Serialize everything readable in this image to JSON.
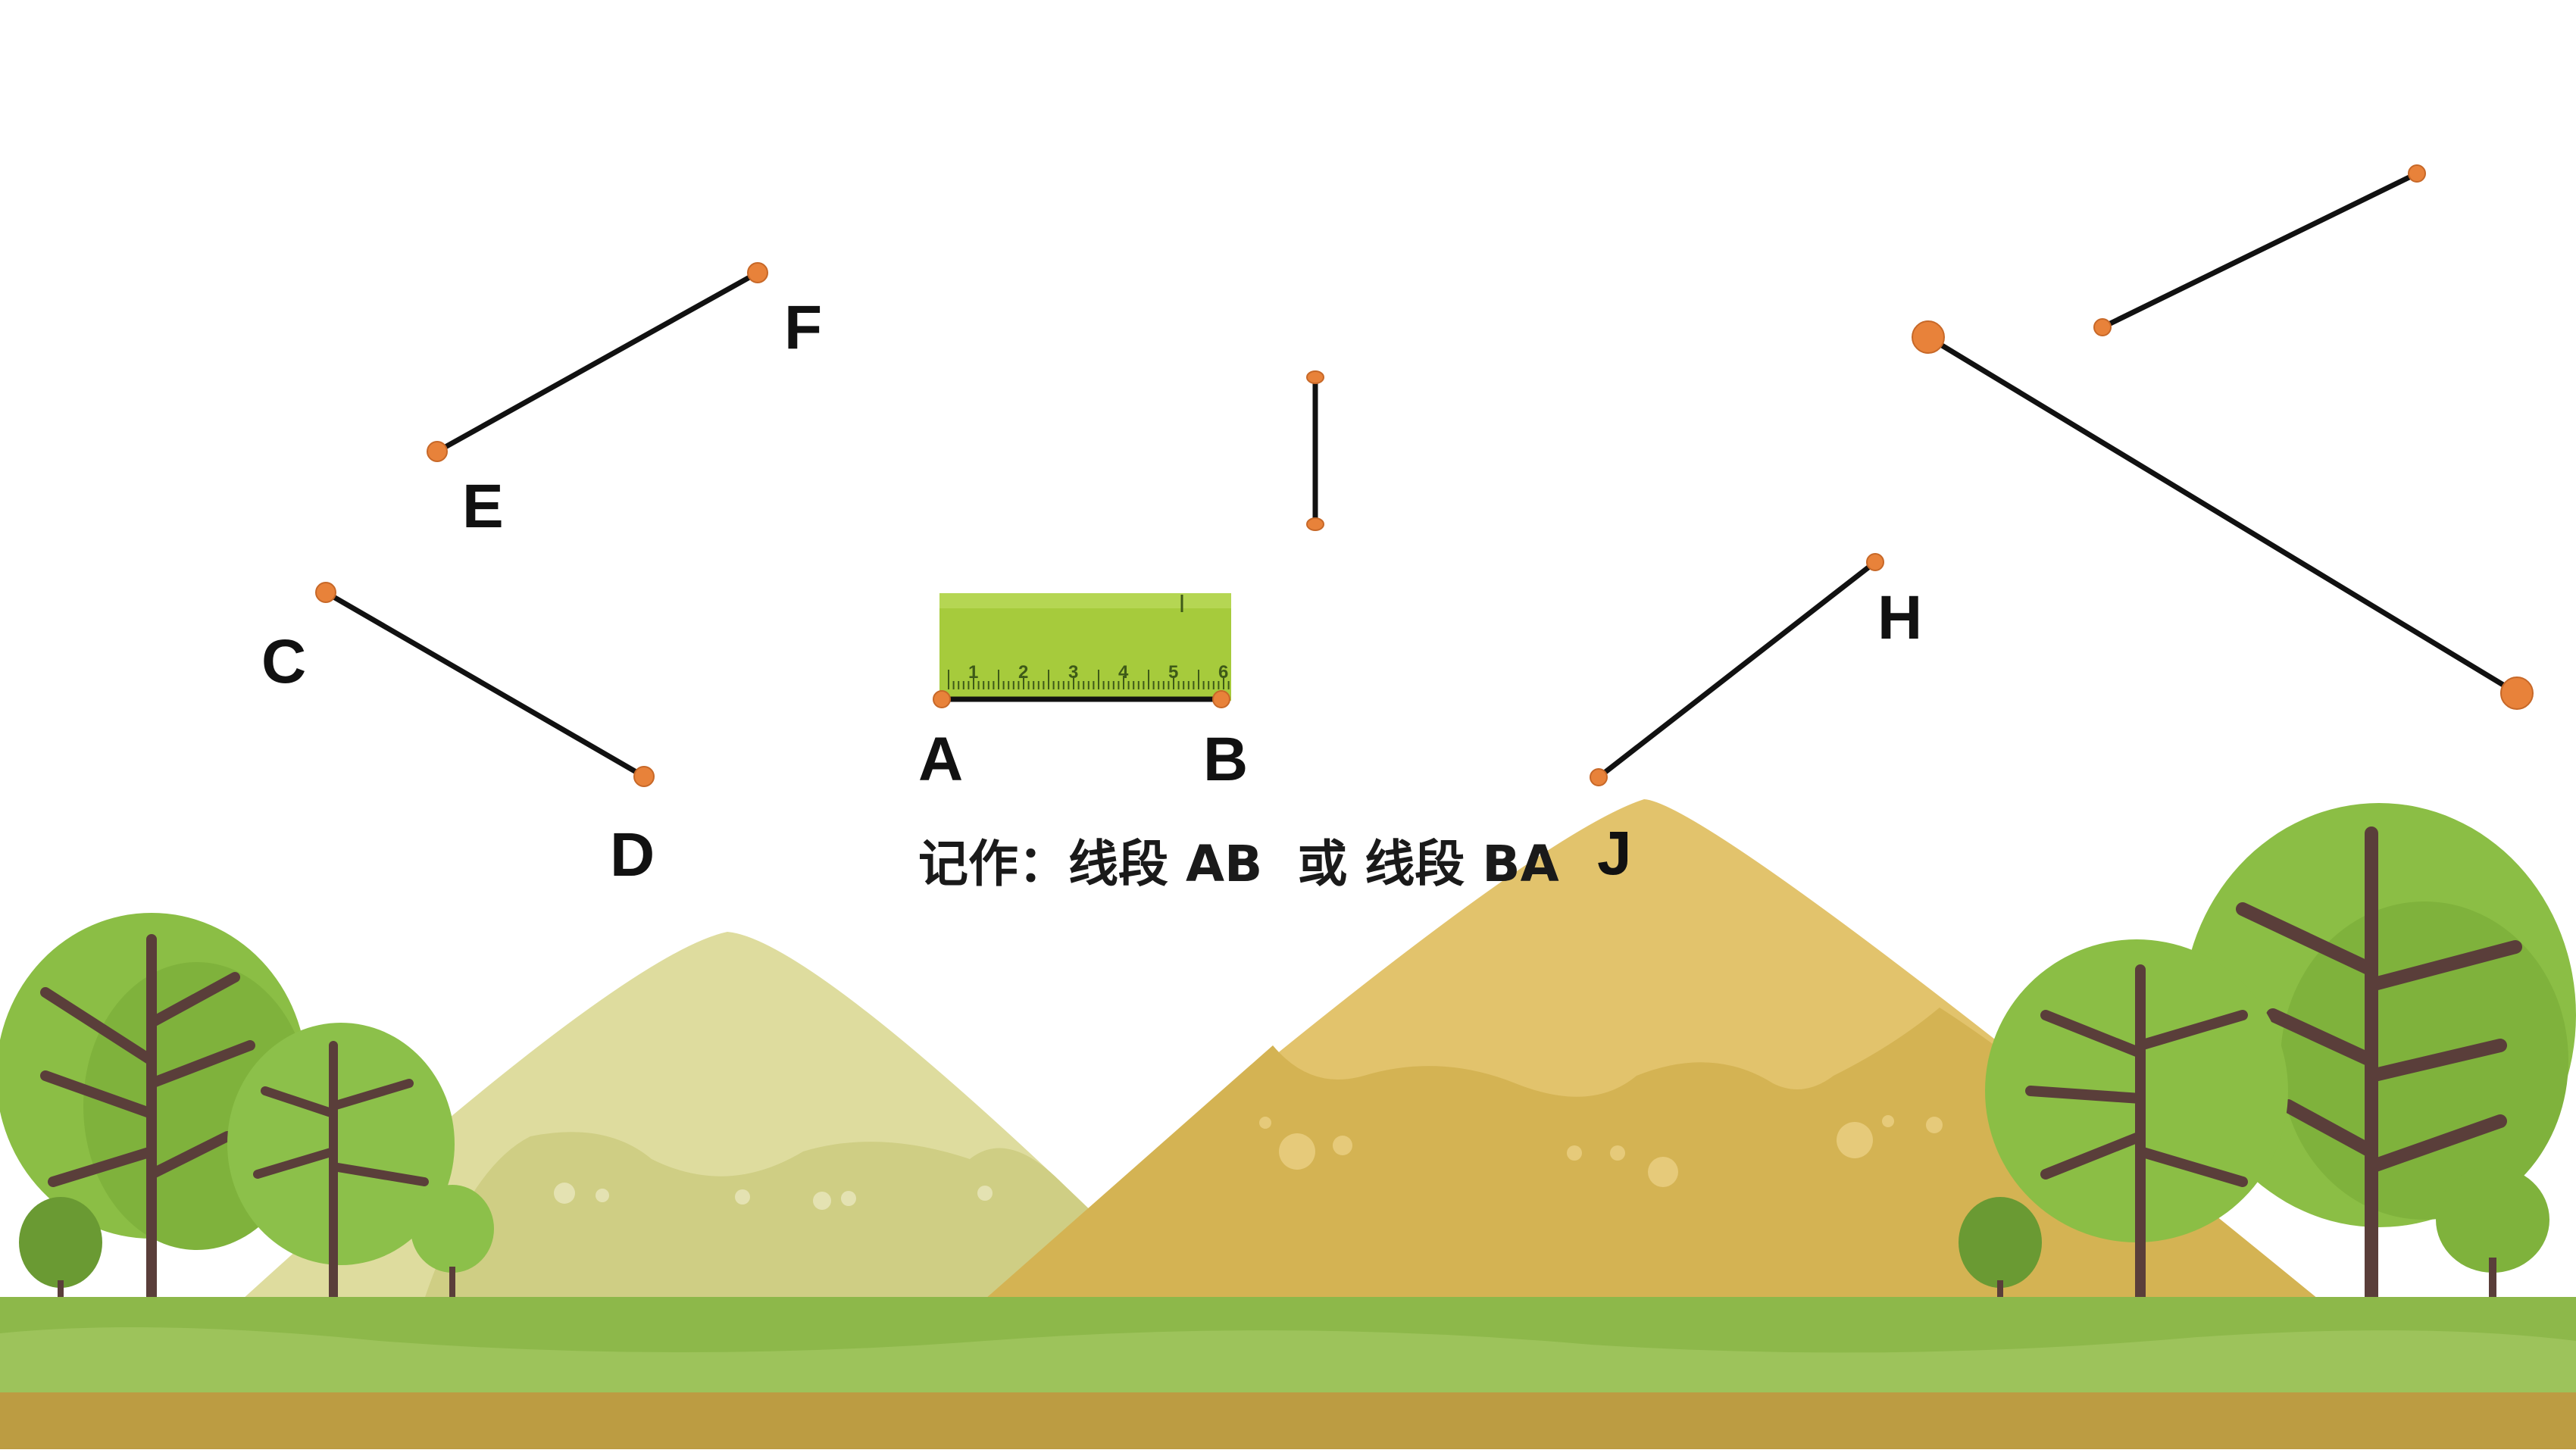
{
  "labels": {
    "A": "A",
    "B": "B",
    "C": "C",
    "D": "D",
    "E": "E",
    "F": "F",
    "H": "H",
    "J": "J"
  },
  "caption": "记作：线段 AB  或 线段 BA",
  "ruler": {
    "ticks": [
      "1",
      "2",
      "3",
      "4",
      "5",
      "6"
    ]
  },
  "colors": {
    "endpoint": "#E8823A",
    "segment": "#111111",
    "ruler": "#A6CB3C",
    "mountain_left": "#DEDC9E",
    "mountain_right": "#E2C36C",
    "ground_green": "#8DB84A",
    "ground_dirt": "#BC9C42",
    "tree_leaf": "#8BBE45",
    "tree_trunk": "#5A3E3A"
  }
}
